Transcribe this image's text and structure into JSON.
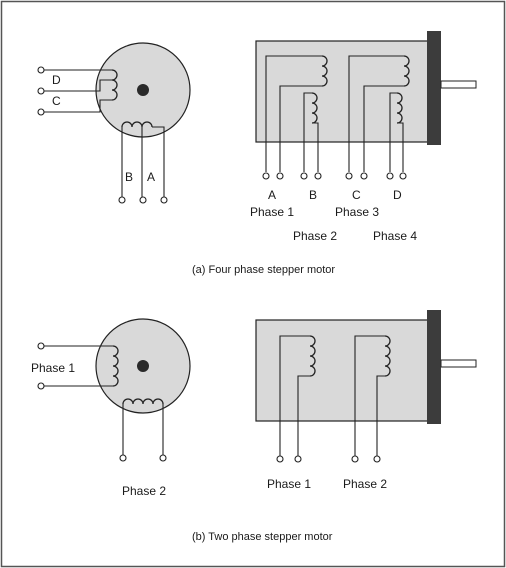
{
  "figure_a": {
    "caption": "(a)  Four phase stepper motor",
    "end_view_labels": {
      "d": "D",
      "c": "C",
      "b": "B",
      "a": "A"
    },
    "side_labels": {
      "a": "A",
      "b": "B",
      "c": "C",
      "d": "D",
      "phase1": "Phase 1",
      "phase2": "Phase 2",
      "phase3": "Phase 3",
      "phase4": "Phase 4"
    }
  },
  "figure_b": {
    "caption": "(b)  Two phase stepper motor",
    "end_view_labels": {
      "phase1": "Phase 1",
      "phase2": "Phase 2"
    },
    "side_labels": {
      "phase1": "Phase 1",
      "phase2": "Phase 2"
    }
  },
  "colors": {
    "motor_body": "#d9d9d9",
    "flange": "#3c3c3c",
    "rotor": "#2a2a2a",
    "line": "#222222",
    "frame": "#555555"
  }
}
